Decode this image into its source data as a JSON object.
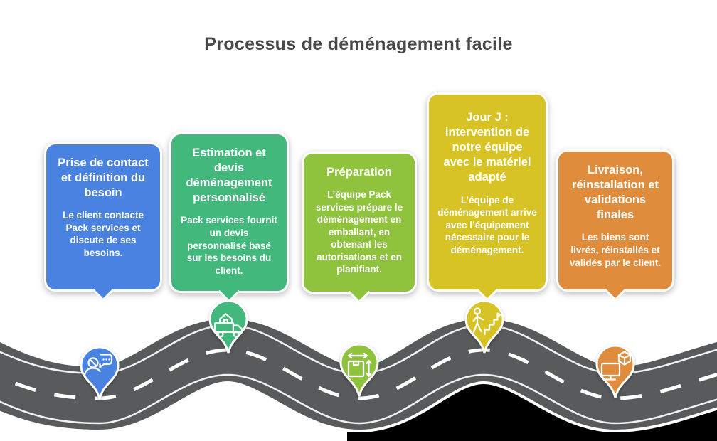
{
  "title": {
    "text": "Processus de déménagement facile"
  },
  "colors": {
    "road": "#595a5c",
    "road_fringe": "#ffffff",
    "road_line": "#ffffff",
    "black_band": "#000000"
  },
  "steps": [
    {
      "heading": "Prise de contact et définition du besoin",
      "body": "Le client contacte Pack services et discute de ses besoins.",
      "color": "#4a82e2",
      "icon": "person-chat-icon"
    },
    {
      "heading": "Estimation et devis déménagement personnalisé",
      "body": "Pack services fournit un devis personnalisé basé sur les besoins du client.",
      "color": "#43b87d",
      "icon": "moving-truck-icon"
    },
    {
      "heading": "Préparation",
      "body": "L’équipe Pack services prépare le déménagement en emballant, en obtenant les autorisations et en planifiant.",
      "color": "#90c33d",
      "icon": "package-dimensions-icon"
    },
    {
      "heading": "Jour J : intervention de notre équipe avec le matériel adapté",
      "body": "L’équipe de déménagement arrive avec l’équipement nécessaire pour le déménagement.",
      "color": "#d8c327",
      "icon": "mover-stairs-icon"
    },
    {
      "heading": "Livraison, réinstallation et validations finales",
      "body": "Les biens sont livrés, réinstallés et validés par le client.",
      "color": "#df8d3d",
      "icon": "monitor-delivery-icon"
    }
  ]
}
